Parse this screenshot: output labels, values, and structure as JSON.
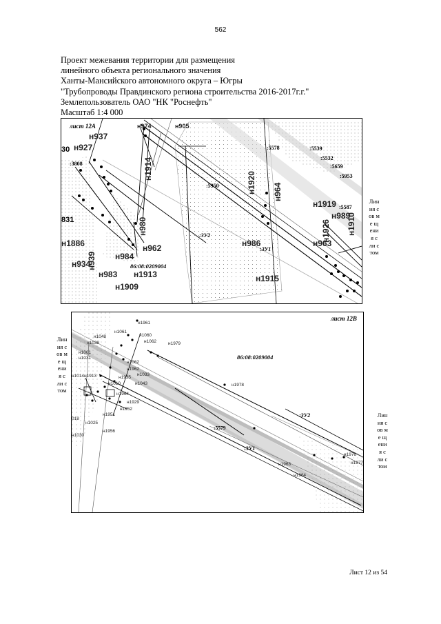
{
  "page_number": "562",
  "header": {
    "lines": [
      "Проект межевания территории для размещения",
      "линейного объекта регионального значения",
      "Ханты-Мансийского автономного округа – Югры",
      "\"Трубопроводы Правдинского региона строительства 2016-2017г.г.\"",
      "Землепользователь ОАО \"НК \"Роснефть\"",
      "Масштаб 1:4 000"
    ]
  },
  "map_top": {
    "sheet": "лист 12А",
    "block": "86:08:0209004",
    "parcels": [
      ":ЗУ2",
      ":ЗУ1"
    ],
    "points": [
      "н927",
      "н937",
      "н974",
      "н905",
      "н1914",
      "н1920",
      "н964",
      "н980",
      "н962",
      "н984",
      "н986",
      "н1886",
      "н939",
      "н934",
      "н983",
      "н1913",
      "н1909",
      "н1915",
      "н1919",
      "н989",
      "н963",
      "н1926",
      "н1910"
    ],
    "lot_labels": [
      ":3808",
      ":5950",
      ":5578",
      ":5539",
      ":5532",
      ":5659",
      ":5953",
      ":5587",
      "831",
      "30"
    ]
  },
  "map_bottom": {
    "sheet": "лист 12В",
    "block": "86:08:0209004",
    "parcels": [
      ":ЗУ2",
      ":ЗУ1"
    ],
    "points": [
      "н1961",
      "н1061",
      "н1060",
      "н1048",
      "н1062",
      "н1979",
      "н1038",
      "н1001",
      "н1031",
      "н1062",
      "н1962",
      "н1014",
      "н1913",
      "н1935",
      "н1033",
      "н1010",
      "н1043",
      "н1978",
      "н1964",
      "н1929",
      "н1952",
      "н1951",
      "н1025",
      "н1956",
      "н1030",
      "н1963",
      "н1964",
      "н1976",
      "н1977",
      "018"
    ],
    "lot_labels": [
      ":5579"
    ]
  },
  "legend_text": "Линия сов ме щ ения с ли стом",
  "footer": "Лист 12 из 54"
}
